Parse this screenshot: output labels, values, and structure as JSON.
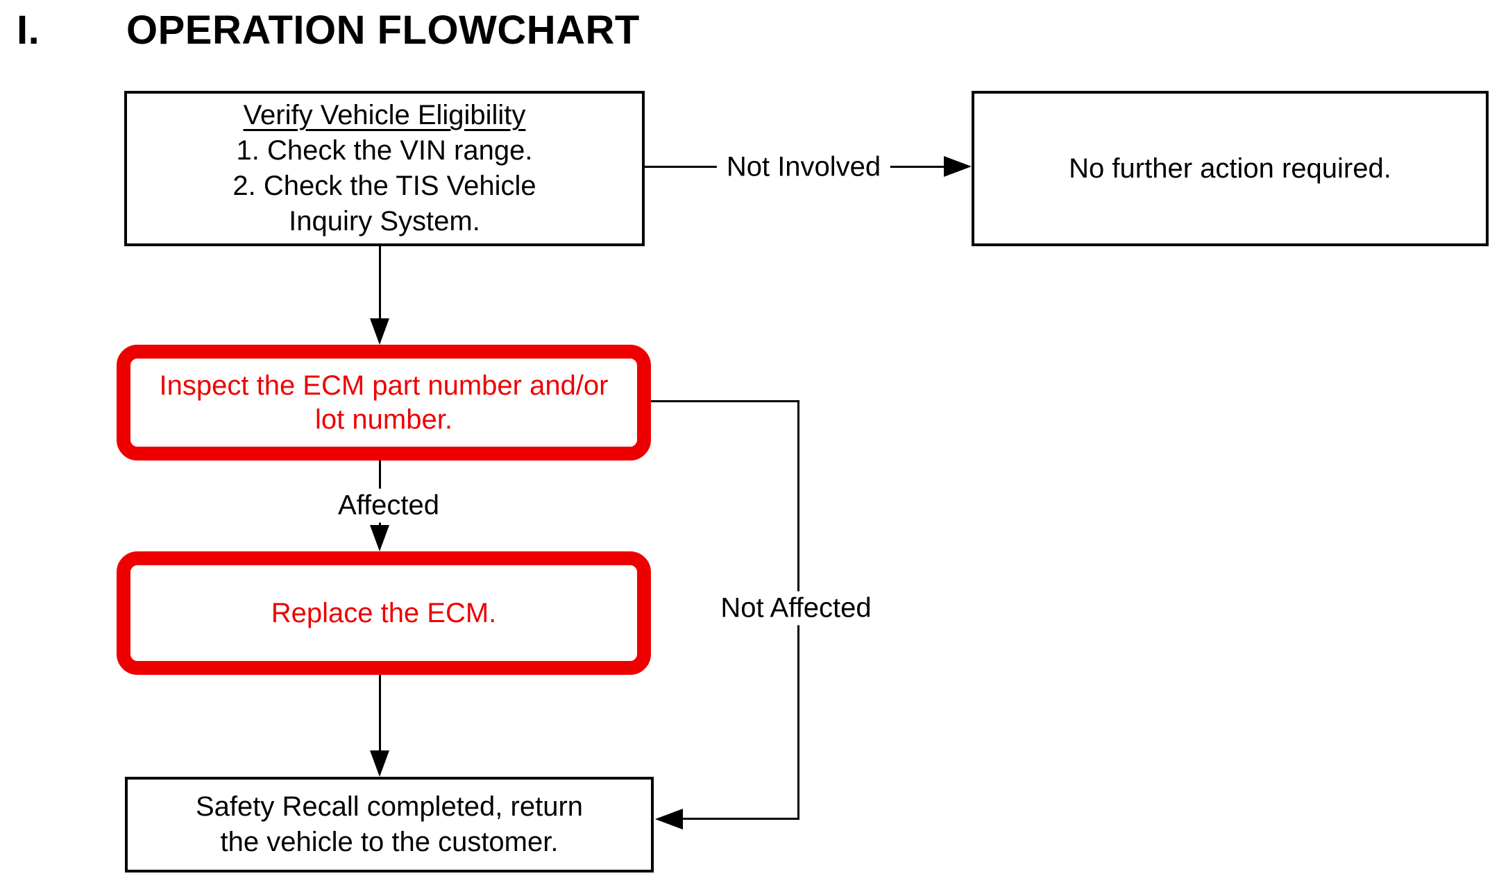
{
  "title": {
    "numeral": "I.",
    "label": "OPERATION FLOWCHART"
  },
  "colors": {
    "highlight_red": "#ee0000",
    "line_black": "#000000",
    "background": "#ffffff"
  },
  "flowchart": {
    "nodes": {
      "verify_eligibility": {
        "heading": "Verify Vehicle Eligibility",
        "lines": [
          "1. Check the VIN range.",
          "2. Check the TIS Vehicle",
          "Inquiry System."
        ]
      },
      "no_further_action": {
        "lines": [
          "No further action required."
        ]
      },
      "inspect_ecm": {
        "lines": [
          "Inspect the ECM part number and/or",
          "lot number."
        ]
      },
      "replace_ecm": {
        "lines": [
          "Replace the ECM."
        ]
      },
      "safety_recall_complete": {
        "lines": [
          "Safety Recall completed, return",
          "the vehicle to the customer."
        ]
      }
    },
    "edge_labels": {
      "not_involved": "Not Involved",
      "affected": "Affected",
      "not_affected": "Not Affected"
    }
  }
}
